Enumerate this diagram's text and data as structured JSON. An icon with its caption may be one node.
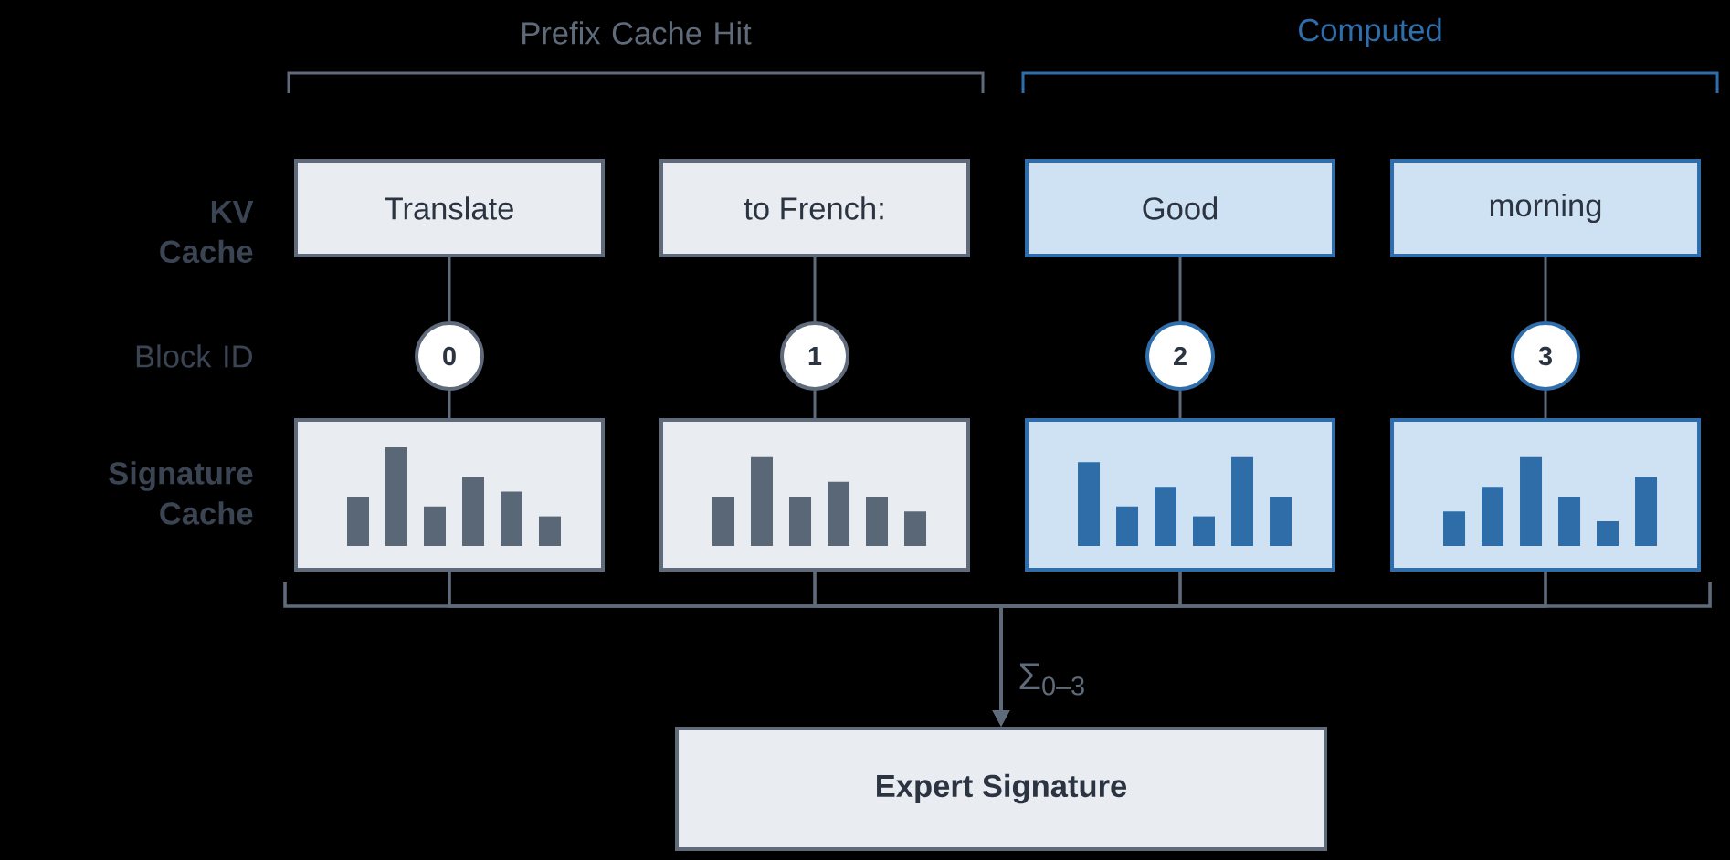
{
  "diagram": {
    "nodes": [
      {
        "text": [
          "Translate"
        ]
      },
      {
        "text": [
          "to French:"
        ]
      },
      {
        "text": [
          "Good"
        ]
      },
      {
        "text": [
          "morning"
        ]
      },
      {
        "text": [
          "0"
        ]
      },
      {
        "text": [
          "1"
        ]
      },
      {
        "text": [
          "2"
        ]
      },
      {
        "text": [
          "3"
        ]
      },
      {
        "text": [],
        "shape": "box"
      },
      {
        "text": [],
        "shape": "box"
      },
      {
        "text": [],
        "shape": "box"
      },
      {
        "text": [],
        "shape": "box"
      },
      {
        "text": [
          "Expert Signature"
        ]
      }
    ],
    "edges": [
      {
        "from": 0,
        "to": 4,
        "arrow": "none"
      },
      {
        "from": 1,
        "to": 5,
        "arrow": "none"
      },
      {
        "from": 2,
        "to": 6,
        "arrow": "none"
      },
      {
        "from": 3,
        "to": 7,
        "arrow": "none"
      },
      {
        "from": 4,
        "to": 8,
        "arrow": "none"
      },
      {
        "from": 5,
        "to": 9,
        "arrow": "none"
      },
      {
        "from": 6,
        "to": 10,
        "arrow": "none"
      },
      {
        "from": 7,
        "to": 11,
        "arrow": "none"
      },
      {
        "from": 8,
        "to": 12,
        "arrow": "to",
        "label": "Σ$_{0–3}$"
      },
      {
        "from": 9,
        "to": 12,
        "arrow": "to"
      },
      {
        "from": 10,
        "to": 12,
        "arrow": "to"
      },
      {
        "from": 11,
        "to": 12,
        "arrow": "to"
      }
    ],
    "labels": [
      "Prefix Cache Hit",
      "Computed",
      "KV Cache",
      "Block ID",
      "Signature Cache"
    ]
  }
}
